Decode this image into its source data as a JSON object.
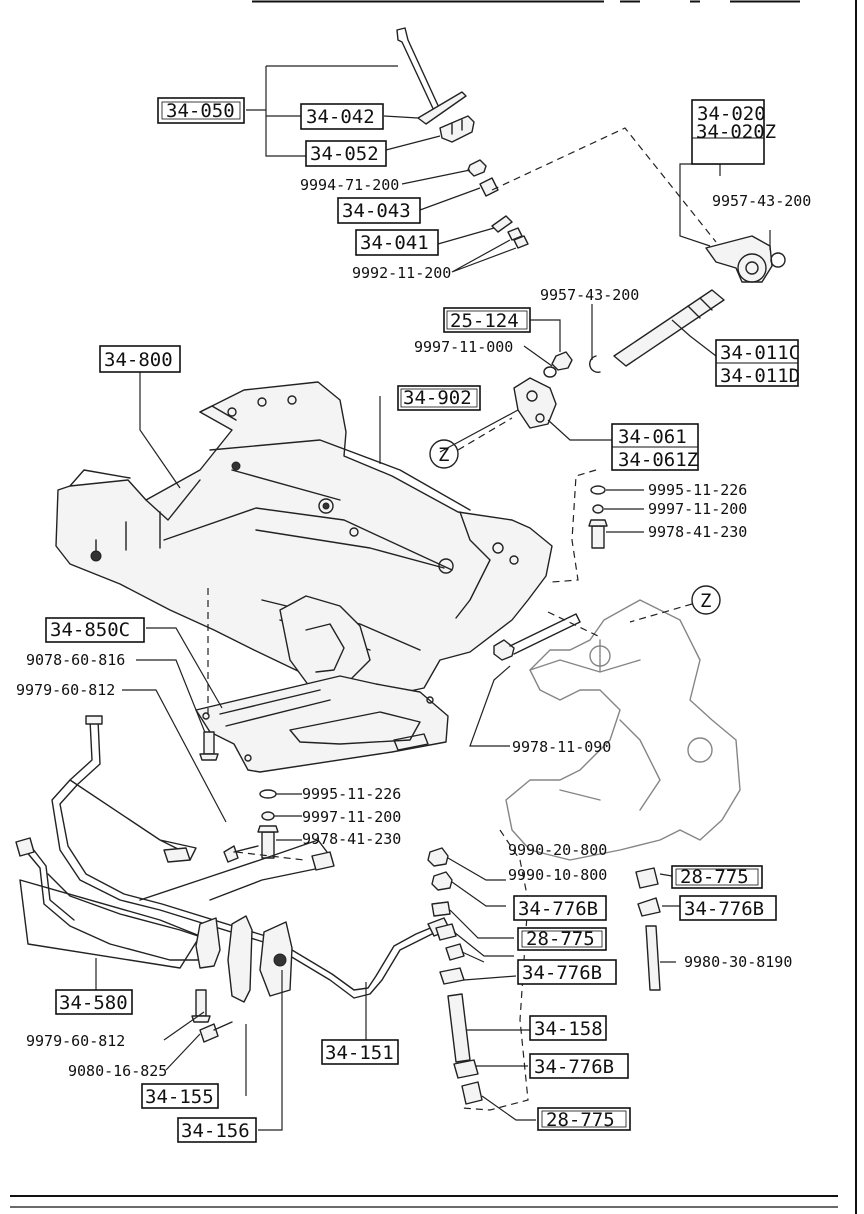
{
  "labels": {
    "l_9994_71_200": "9994-71-200",
    "l_9992_11_200": "9992-11-200",
    "l_9957_43_200_a": "9957-43-200",
    "l_9957_43_200_b": "9957-43-200",
    "l_9997_11_000": "9997-11-000",
    "l_9995_11_226_a": "9995-11-226",
    "l_9997_11_200_a": "9997-11-200",
    "l_9978_41_230_a": "9978-41-230",
    "l_9078_60_816": "9078-60-816",
    "l_9979_60_812_a": "9979-60-812",
    "l_9978_11_090": "9978-11-090",
    "l_9995_11_226_b": "9995-11-226",
    "l_9997_11_200_b": "9997-11-200",
    "l_9978_41_230_b": "9978-41-230",
    "l_9990_20_800": "9990-20-800",
    "l_9990_10_800": "9990-10-800",
    "l_9980_30_8190": "9980-30-8190",
    "l_9979_60_812_b": "9979-60-812",
    "l_9080_16_825": "9080-16-825"
  },
  "boxes": {
    "b_34_050": "34-050",
    "b_34_042": "34-042",
    "b_34_052": "34-052",
    "b_34_043": "34-043",
    "b_34_041": "34-041",
    "b_34_020": "34-020",
    "b_34_020z": "34-020Z",
    "b_25_124": "25-124",
    "b_34_011c": "34-011C",
    "b_34_011d": "34-011D",
    "b_34_800": "34-800",
    "b_34_902": "34-902",
    "b_34_061": "34-061",
    "b_34_061z": "34-061Z",
    "b_34_850c": "34-850C",
    "b_28_775_a": "28-775",
    "b_34_776b_a": "34-776B",
    "b_34_776b_b": "34-776B",
    "b_28_775_b": "28-775",
    "b_34_776b_c": "34-776B",
    "b_34_158": "34-158",
    "b_34_776b_d": "34-776B",
    "b_28_775_c": "28-775",
    "b_34_580": "34-580",
    "b_34_151": "34-151",
    "b_34_155": "34-155",
    "b_34_156": "34-156"
  },
  "callouts": {
    "z_a": "Z",
    "z_b": "Z"
  }
}
